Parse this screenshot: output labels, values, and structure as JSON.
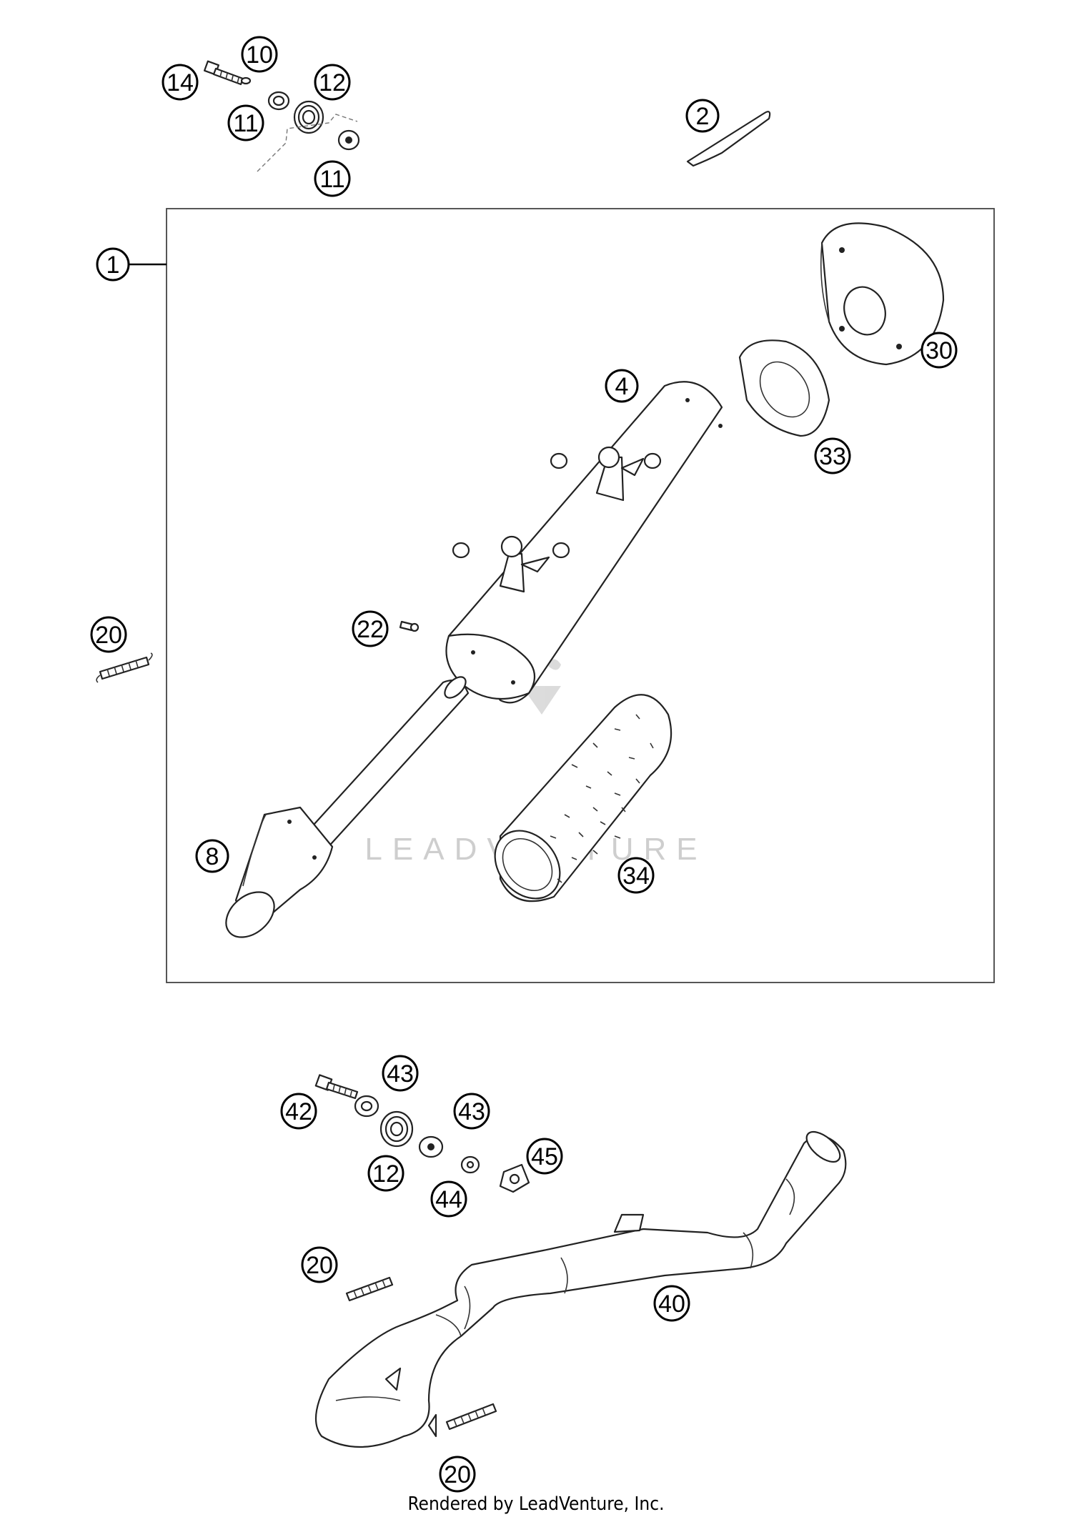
{
  "callouts": {
    "c1": "1",
    "c2": "2",
    "c4": "4",
    "c8": "8",
    "c10": "10",
    "c11a": "11",
    "c11b": "11",
    "c12a": "12",
    "c12b": "12",
    "c14": "14",
    "c20a": "20",
    "c20b": "20",
    "c20c": "20",
    "c22": "22",
    "c30": "30",
    "c33": "33",
    "c34": "34",
    "c40": "40",
    "c42": "42",
    "c43a": "43",
    "c43b": "43",
    "c44": "44",
    "c45": "45"
  },
  "watermark": "LEADVENTURE",
  "footer": "Rendered by LeadVenture, Inc."
}
